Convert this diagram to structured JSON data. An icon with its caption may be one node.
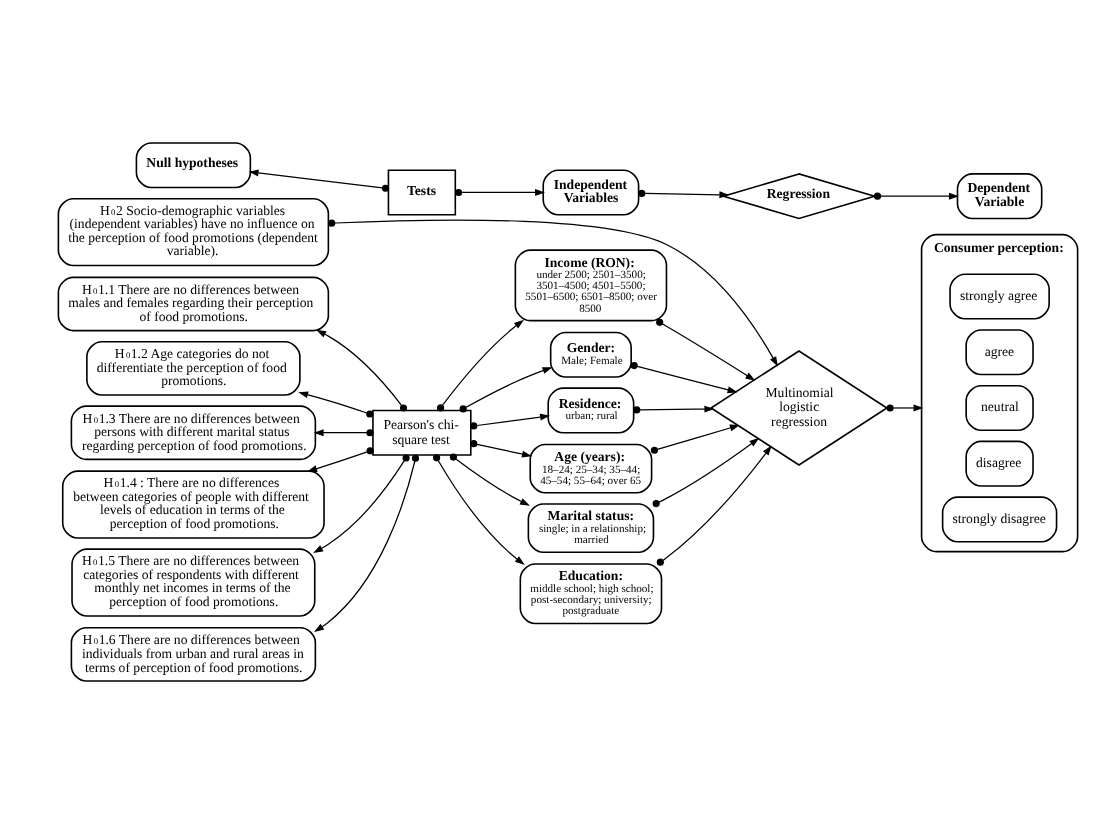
{
  "diagram": {
    "nodes": [
      {
        "text": [
          "Null hypotheses"
        ]
      },
      {
        "text": [
          "Tests"
        ]
      },
      {
        "text": [
          "Independent Variables"
        ]
      },
      {
        "text": [
          "Regression"
        ]
      },
      {
        "text": [
          "Dependent Variable"
        ]
      },
      {
        "text": [
          "H$_{0}$1.1 There are no differences between males and females regarding their perception of food promotions."
        ]
      },
      {
        "text": [
          "H$_{0}$1.2 Age categories do not differentiate the perception of food promotions."
        ]
      },
      {
        "text": [
          "H$_{0}$1.3 There are no differences between persons with different marital status regarding perception of food promotions."
        ]
      },
      {
        "text": [
          "H$_{0}$1.4 : There are no differences between categories of people with different levels of education in terms of the perception of food promotions."
        ]
      },
      {
        "text": [
          "H$_{0}$1.5 There are no differences between categories of respondents with different monthly net incomes in terms of the perception of food promotions."
        ]
      },
      {
        "text": [
          "H$_{0}$1.6 There are no differences between individuals from urban and rural areas in terms of perception of food promotions."
        ]
      },
      {
        "text": [
          "H$_{0}$2 Socio-demographic variables (independent variables) have no influence on the perception of food promotions (dependent variable)."
        ]
      },
      {
        "text": [
          "Pearson's chi-square test"
        ]
      },
      {
        "text": [
          "Gender:",
          "Male; Female"
        ]
      },
      {
        "text": [
          "Age (years):",
          "18–24; 25–34; 35–44; 45–54; 55–64; over 65"
        ]
      },
      {
        "text": [
          "Marital status:",
          "single; in a relationship; married"
        ]
      },
      {
        "text": [
          "Education:",
          "middle school; high school; post-secondary; university; postgraduate"
        ]
      },
      {
        "text": [
          "Income (RON):",
          "under 2500; 2501–3500; 3501–4500; 4501–5500; 5501–6500; 6501–8500; over 8500"
        ]
      },
      {
        "text": [
          "Residence:",
          "urban; rural"
        ]
      },
      {
        "text": [
          "Multinomial logistic regression"
        ]
      },
      {
        "text": [
          "Consumer perception:"
        ]
      },
      {
        "text": [
          "strongly agree"
        ],
        "in": 20
      },
      {
        "text": [
          "agree"
        ],
        "in": 20
      },
      {
        "text": [
          "neutral"
        ],
        "in": 20
      },
      {
        "text": [
          "disagree"
        ],
        "in": 20
      },
      {
        "text": [
          "strongly disagree"
        ],
        "in": 20
      }
    ],
    "edges": [
      {
        "from": 1,
        "to": 0,
        "arrow": "to"
      },
      {
        "from": 1,
        "to": 2,
        "arrow": "to"
      },
      {
        "from": 2,
        "to": 3,
        "arrow": "to"
      },
      {
        "from": 3,
        "to": 4,
        "arrow": "to"
      },
      {
        "from": 12,
        "to": 5,
        "arrow": "to"
      },
      {
        "from": 12,
        "to": 6,
        "arrow": "to"
      },
      {
        "from": 12,
        "to": 7,
        "arrow": "to"
      },
      {
        "from": 12,
        "to": 8,
        "arrow": "to"
      },
      {
        "from": 12,
        "to": 9,
        "arrow": "to"
      },
      {
        "from": 12,
        "to": 10,
        "arrow": "to"
      },
      {
        "from": 12,
        "to": 13,
        "arrow": "to"
      },
      {
        "from": 12,
        "to": 14,
        "arrow": "to"
      },
      {
        "from": 12,
        "to": 15,
        "arrow": "to"
      },
      {
        "from": 12,
        "to": 16,
        "arrow": "to"
      },
      {
        "from": 12,
        "to": 17,
        "arrow": "to"
      },
      {
        "from": 12,
        "to": 18,
        "arrow": "to"
      },
      {
        "from": 13,
        "to": 19,
        "arrow": "to"
      },
      {
        "from": 14,
        "to": 19,
        "arrow": "to"
      },
      {
        "from": 15,
        "to": 19,
        "arrow": "to"
      },
      {
        "from": 16,
        "to": 19,
        "arrow": "to"
      },
      {
        "from": 17,
        "to": 19,
        "arrow": "to"
      },
      {
        "from": 18,
        "to": 19,
        "arrow": "to"
      },
      {
        "from": 11,
        "to": 19,
        "arrow": "to"
      },
      {
        "from": 19,
        "to": 20,
        "arrow": "to"
      }
    ]
  }
}
